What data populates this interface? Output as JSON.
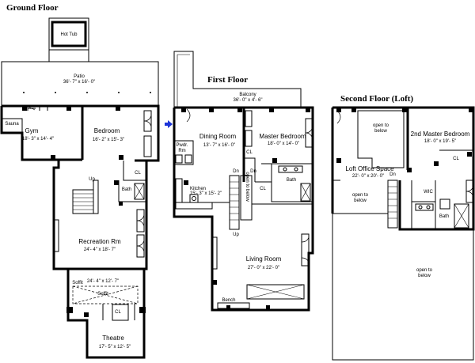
{
  "floors": {
    "ground": "Ground Floor",
    "first": "First Floor",
    "second": "Second Floor (Loft)"
  },
  "rooms": {
    "hot_tub": "Hot Tub",
    "patio": "Patio",
    "patio_dim": "36'- 7\" x 16'- 0\"",
    "sauna": "Sauna",
    "gym": "Gym",
    "gym_dim": "18'- 3\" x 14'- 4\"",
    "bedroom": "Bedroom",
    "bedroom_dim": "16'- 2\" x 15'- 3\"",
    "cl_g1": "CL",
    "bath_g": "Bath",
    "up_g": "Up",
    "rec": "Recreation Rm",
    "rec_dim": "24'- 4\" x 18'- 7\"",
    "rec2_dim": "24'- 4\" x 12'- 7\"",
    "soffit_g1": "Soffit",
    "soffit_g2": "Soffit",
    "cl_g2": "CL",
    "theatre": "Theatre",
    "theatre_dim": "17'- 5\" x 12'- 5\"",
    "balcony": "Balcony",
    "balcony_dim": "36'- 0\" x 4'- 6\"",
    "dining": "Dining Room",
    "dining_dim": "13'- 7\" x 16'- 0\"",
    "master": "Master Bedroom",
    "master_dim": "18'- 0\" x 14'- 0\"",
    "pwdr": "Pwdr.",
    "pwdr2": "Rm",
    "cl_f1": "CL",
    "cl_f2": "CL",
    "kitchen": "Kitchen",
    "kitchen_dim": "15'- 3\" x 15'- 2\"",
    "dn_f1": "Dn",
    "dn_f2": "Dn",
    "bath_f": "Bath",
    "open_below_f": "open to below",
    "up_f": "Up",
    "living": "Living Room",
    "living_dim": "27'- 0\" x 22'- 0\"",
    "bench": "Bench",
    "open_below_s1": "open to",
    "open_below_s1b": "below",
    "master2": "2nd Master Bedroom",
    "master2_dim": "18'- 0\" x 19'- 5\"",
    "cl_s": "CL",
    "loft": "Loft Office Space",
    "loft_dim": "22'- 0\" x 20'- 0\"",
    "open_below_s2": "open to",
    "open_below_s2b": "below",
    "wic": "WIC",
    "bath_s": "Bath",
    "dn_s": "Dn",
    "open_below_s3": "open to",
    "open_below_s3b": "below"
  },
  "marker_color": "#1d35d8"
}
